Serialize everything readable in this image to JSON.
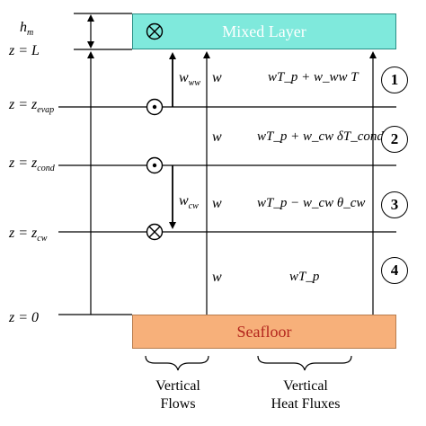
{
  "boxes": {
    "mixed_layer": "Mixed Layer",
    "seafloor": "Seafloor"
  },
  "depth_labels": {
    "h_m": {
      "base": "h",
      "sub": "m"
    },
    "z_L": {
      "base": "z = L",
      "sub": ""
    },
    "z_evap": {
      "base": "z = z",
      "sub": "evap"
    },
    "z_cond": {
      "base": "z = z",
      "sub": "cond"
    },
    "z_cw": {
      "base": "z = z",
      "sub": "cw"
    },
    "z_0": {
      "base": "z = 0",
      "sub": ""
    }
  },
  "flow_labels": {
    "w_ww": {
      "base": "w",
      "sub": "ww"
    },
    "w_cw": {
      "base": "w",
      "sub": "cw"
    },
    "w": "w"
  },
  "flux_labels": {
    "zone1": "wT_p + w_ww T",
    "zone2": "wT_p + w_cw δT_cond",
    "zone3": "wT_p − w_cw θ_cw",
    "zone4": "wT_p"
  },
  "zone_numbers": [
    "1",
    "2",
    "3",
    "4"
  ],
  "captions": {
    "vertical_flows_line1": "Vertical",
    "vertical_flows_line2": "Flows",
    "heat_fluxes_line1": "Vertical",
    "heat_fluxes_line2": "Heat Fluxes"
  }
}
